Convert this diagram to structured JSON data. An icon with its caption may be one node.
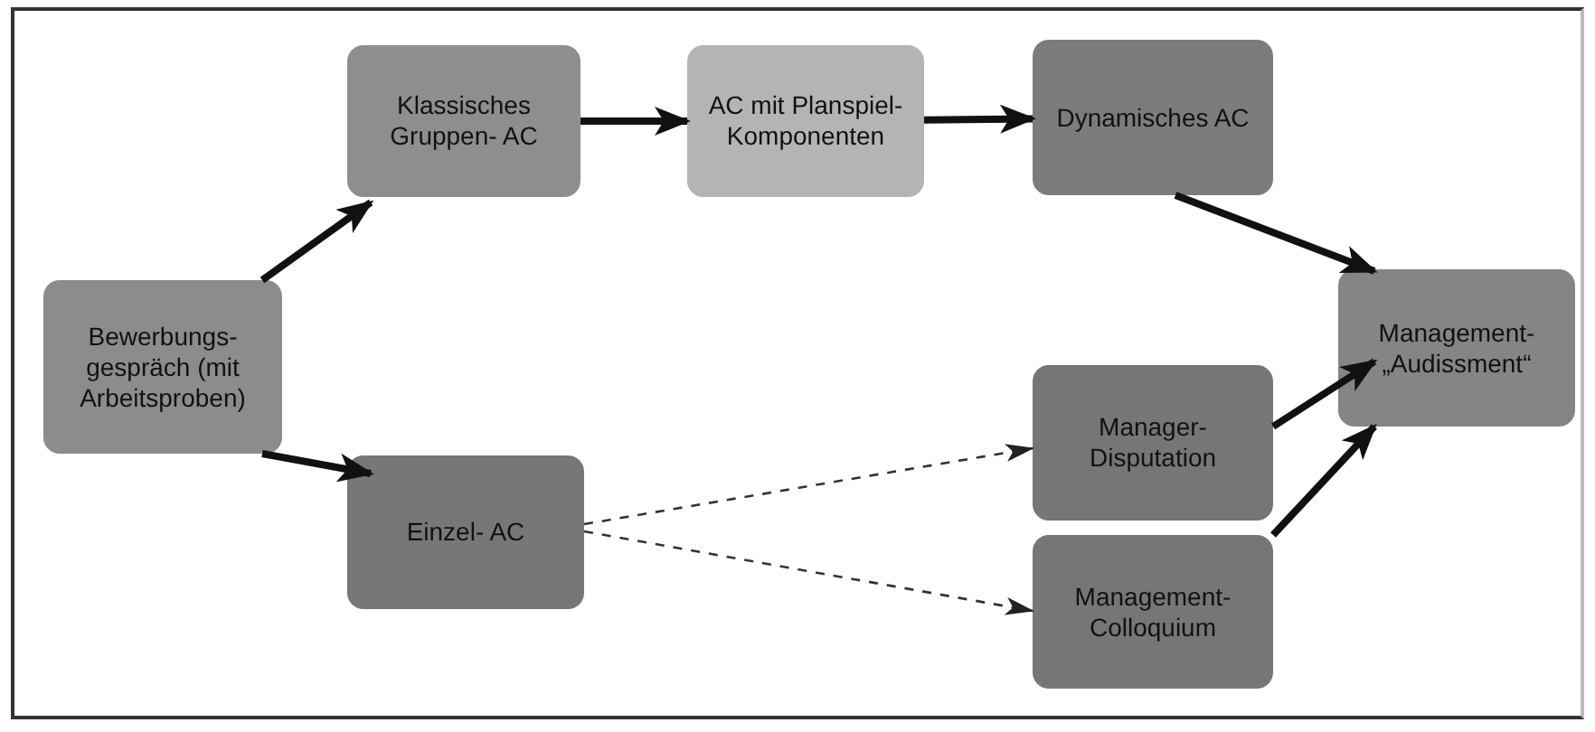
{
  "diagram": {
    "nodes": [
      {
        "text": [
          "Bewerbungs- gespräch (mit Arbeitsproben)"
        ]
      },
      {
        "text": [
          "Klassisches Gruppen- AC"
        ]
      },
      {
        "text": [
          "AC mit Planspiel- Komponenten"
        ]
      },
      {
        "text": [
          "Dynamisches AC"
        ]
      },
      {
        "text": [
          "Management- „Audissment“"
        ]
      },
      {
        "text": [
          "Manager- Disputation"
        ]
      },
      {
        "text": [
          "Management- Colloquium"
        ]
      },
      {
        "text": [
          "Einzel- AC"
        ]
      }
    ],
    "edges": [
      {
        "from": 0,
        "to": 1,
        "arrow": "to"
      },
      {
        "from": 1,
        "to": 2,
        "arrow": "to"
      },
      {
        "from": 2,
        "to": 3,
        "arrow": "to"
      },
      {
        "from": 3,
        "to": 4,
        "arrow": "to"
      },
      {
        "from": 0,
        "to": 7,
        "arrow": "to"
      },
      {
        "from": 7,
        "to": 5,
        "arrow": "to",
        "style": "dashed"
      },
      {
        "from": 7,
        "to": 6,
        "arrow": "to",
        "style": "dashed"
      },
      {
        "from": 5,
        "to": 4,
        "arrow": "to"
      },
      {
        "from": 6,
        "to": 4,
        "arrow": "to"
      }
    ]
  }
}
